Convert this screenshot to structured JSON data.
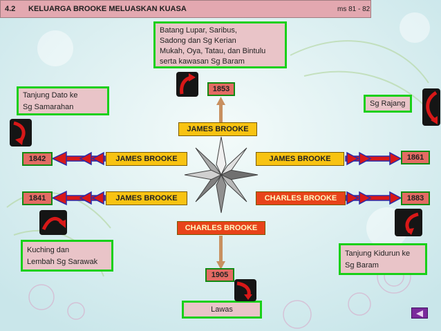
{
  "header": {
    "section": "4.2",
    "title": "KELUARGA  BROOKE MELUASKAN KUASA",
    "pages": "ms 81 - 82"
  },
  "notes": {
    "top": [
      "Batang Lupar, Saribus,",
      "Sadong dan Sg Kerian",
      "Mukah, Oya, Tatau, dan Bintulu",
      "serta kawasan Sg Baram"
    ],
    "upper_left": [
      "Tanjung Dato ke",
      "Sg Samarahan"
    ],
    "upper_right": [
      "Sg Rajang"
    ],
    "lower_left": [
      "Kuching dan",
      "Lembah Sg Sarawak"
    ],
    "lower_right": [
      "Tanjung Kidurun ke",
      "Sg Baram"
    ],
    "bottom": [
      "Lawas"
    ]
  },
  "years": {
    "top": "1853",
    "bottom": "1905",
    "left_upper": "1842",
    "left_lower": "1841",
    "right_upper": "1861",
    "right_lower": "1883"
  },
  "rulers": {
    "top": "JAMES BROOKE",
    "left_upper": "JAMES BROOKE",
    "left_lower": "JAMES BROOKE",
    "right_upper": "JAMES BROOKE",
    "right_lower": "CHARLES BROOKE",
    "bottom": "CHARLES BROOKE"
  },
  "colors": {
    "note_border": "#18d018",
    "year_fill": "#e36b63",
    "yellow_box": "#f8c312",
    "red_box": "#e8431a",
    "arrow_blue": "#2a2aa8",
    "arrow_red": "#d81818"
  }
}
